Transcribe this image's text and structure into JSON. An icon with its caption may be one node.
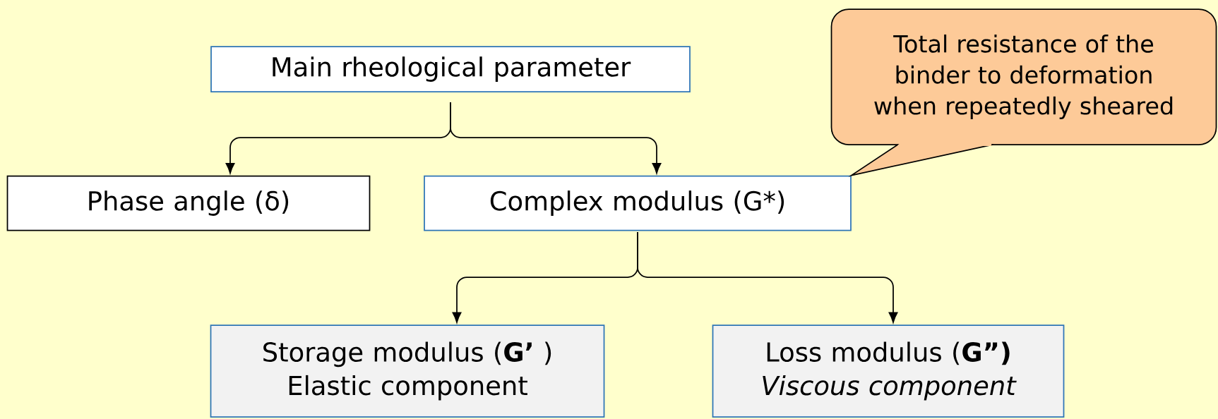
{
  "diagram": {
    "nodes": [
      {
        "text": [
          "Main  rheological parameter"
        ]
      },
      {
        "text": [
          "Phase angle (δ)"
        ]
      },
      {
        "text": [
          "Complex modulus (G*)"
        ]
      },
      {
        "text": [
          "Storage modulus (**G’** )",
          "Elastic component"
        ]
      },
      {
        "text": [
          "Loss modulus (**G”)**",
          "Viscous component"
        ]
      },
      {
        "text": [
          "Total resistance of the binder to deformation when repeatedly sheared"
        ]
      }
    ],
    "edges": [
      {
        "from": 0,
        "to": 1,
        "arrow": "to"
      },
      {
        "from": 0,
        "to": 2,
        "arrow": "to"
      },
      {
        "from": 2,
        "to": 3,
        "arrow": "to"
      },
      {
        "from": 2,
        "to": 4,
        "arrow": "to"
      },
      {
        "from": 5,
        "to": 2,
        "arrow": "none"
      }
    ]
  }
}
